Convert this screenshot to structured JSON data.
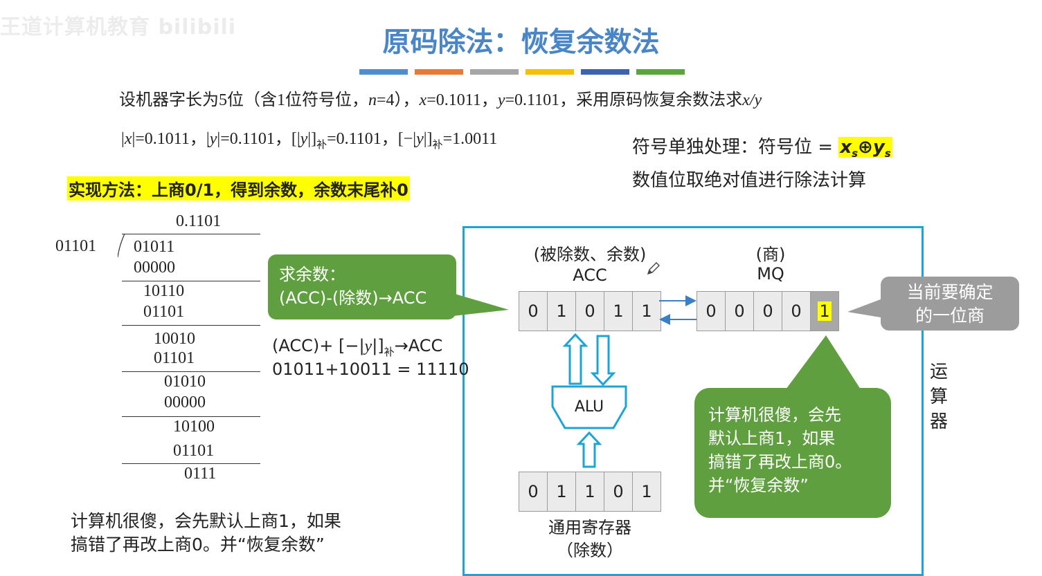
{
  "watermark": "王道计算机教育 bilibili",
  "title": "原码除法：恢复余数法",
  "color_bar": [
    "#4f8fcf",
    "#e87a37",
    "#a5a5a5",
    "#f5c000",
    "#3c63b0",
    "#5aa63c"
  ],
  "problem": {
    "p1": "设机器字长为5位（含1位符号位，",
    "n": "n",
    "p2": "=4），",
    "x": "x",
    "p3": "=0.1011，",
    "y": "y",
    "p4": "=0.1101，采用原码恢复余数法求",
    "xy": "x/y"
  },
  "values": {
    "v1": "|",
    "x": "x",
    "v2": "|=0.1011，|",
    "y1": "y",
    "v3": "|=0.1101，[|",
    "y2": "y",
    "v4": "|]",
    "bu1": "补",
    "v5": "=0.1101，[−|",
    "y3": "y",
    "v6": "|]",
    "bu2": "补",
    "v7": "=1.0011"
  },
  "sign_rule": {
    "label": "符号单独处理：符号位 = ",
    "xs": "x",
    "s1": "s",
    "op": "⊕",
    "ys": "y",
    "s2": "s"
  },
  "magnitude_rule": "数值位取绝对值进行除法计算",
  "method": "实现方法：上商0/1，得到余数，余数末尾补0",
  "long_division": {
    "divisor": "01101",
    "quotient": "0.1101",
    "rows": [
      "01011",
      "00000",
      "10110",
      "01101",
      "10010",
      "01101",
      "01010",
      "00000",
      "10100",
      "01101",
      "0111"
    ]
  },
  "acc_label_1": "(被除数、余数)",
  "acc_label_2": "ACC",
  "mq_label_1": "(商)",
  "mq_label_2": "MQ",
  "acc_cells": [
    "0",
    "1",
    "0",
    "1",
    "1"
  ],
  "mq_cells": [
    "0",
    "0",
    "0",
    "0",
    "1"
  ],
  "alu_label": "ALU",
  "gpr_cells": [
    "0",
    "1",
    "1",
    "0",
    "1"
  ],
  "gpr_label_1": "通用寄存器",
  "gpr_label_2": "（除数）",
  "bubble_acc": {
    "line1": "求余数：",
    "line2": "(ACC)-(除数)→ACC"
  },
  "bubble_quot": {
    "line1": "当前要确定",
    "line2": "的一位商"
  },
  "bubble_note": {
    "line1": "计算机很傻，会先",
    "line2": "默认上商1，如果",
    "line3": "搞错了再改上商0。",
    "line4": "并“恢复余数”"
  },
  "add_formula": {
    "f1": "(ACC)+ [−|",
    "y": "y",
    "f2": "|]",
    "bu": "补",
    "f3": "→ACC"
  },
  "add_result": "01011+10011 = 11110",
  "unit_label": [
    "运",
    "算",
    "器"
  ],
  "bottom_note": {
    "line1": "计算机很傻，会先默认上商1，如果",
    "line2": "搞错了再改上商0。并“恢复余数”"
  },
  "colors": {
    "title": "#4a86c5",
    "frame": "#1aa5d6",
    "bubble_green": "#5f9f3f",
    "bubble_gray": "#9c9c9c",
    "highlight": "#ffff00"
  }
}
